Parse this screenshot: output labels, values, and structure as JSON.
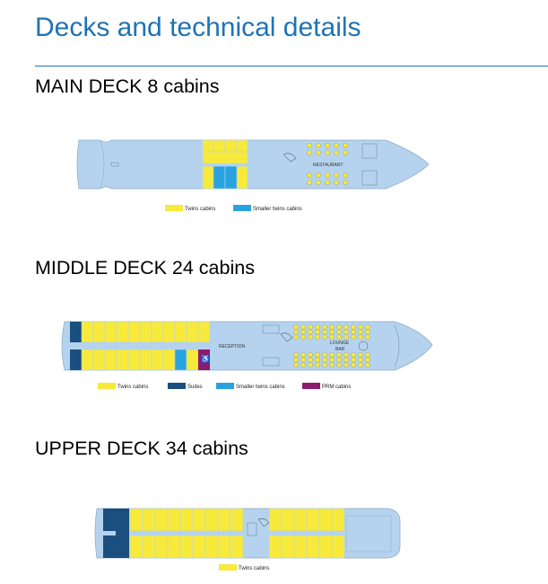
{
  "page": {
    "title": "Decks and technical details"
  },
  "colors": {
    "hull": "#b5d3ee",
    "twins": "#f7ea3b",
    "smaller_twins": "#29a3df",
    "suites": "#1a4f7f",
    "prm": "#8d1b6f",
    "heading": "#1f73b3"
  },
  "decks": {
    "main": {
      "heading": "MAIN DECK 8 cabins",
      "restaurant_label": "RESTAURANT",
      "legend": [
        {
          "label": "Twins cabins",
          "color": "#f7ea3b"
        },
        {
          "label": "Smaller twins cabins",
          "color": "#29a3df"
        }
      ]
    },
    "middle": {
      "heading": "MIDDLE DECK 24 cabins",
      "reception_label": "RECEPTION",
      "lounge_label_1": "LOUNGE",
      "lounge_label_2": "BAR",
      "legend": [
        {
          "label": "Twins cabins",
          "color": "#f7ea3b"
        },
        {
          "label": "Suites",
          "color": "#1a4f7f"
        },
        {
          "label": "Smaller twins cabins",
          "color": "#29a3df"
        },
        {
          "label": "PRM cabins",
          "color": "#8d1b6f"
        }
      ]
    },
    "upper": {
      "heading": "UPPER DECK 34 cabins",
      "legend": [
        {
          "label": "Twins cabins",
          "color": "#f7ea3b"
        }
      ]
    }
  }
}
